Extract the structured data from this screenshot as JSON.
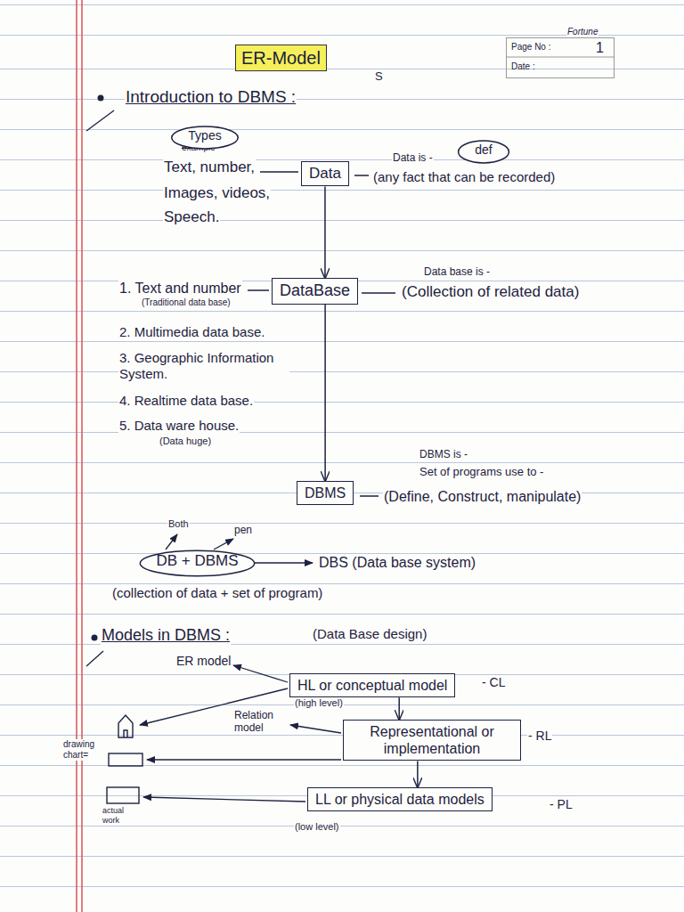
{
  "diagram": {
    "title": "ER-Model",
    "nodes": [
      {
        "text": [
          "Page No :",
          "1",
          "Date :"
        ]
      },
      {
        "text": [
          "Types"
        ]
      },
      {
        "text": [
          "def"
        ]
      },
      {
        "text": [
          "Data"
        ]
      },
      {
        "text": [
          "DataBase"
        ]
      },
      {
        "text": [
          "DBMS"
        ]
      },
      {
        "text": [
          "DB + DBMS"
        ]
      },
      {
        "text": [
          "HL or conceptual model"
        ]
      },
      {
        "text": [
          "Representational or implementation"
        ]
      },
      {
        "text": [
          "LL or physical data models"
        ]
      }
    ],
    "edges": [
      {
        "from": 3,
        "to": 4,
        "arrow": "to"
      },
      {
        "from": 4,
        "to": 5,
        "arrow": "to"
      },
      {
        "from": 7,
        "to": 8,
        "arrow": "to"
      },
      {
        "from": 8,
        "to": 9,
        "arrow": "to"
      }
    ],
    "labels": [
      "Fortune",
      "S",
      "Introduction to DBMS :",
      "example",
      "Text, number,",
      "Images, videos,",
      "Speech.",
      "Data is -",
      "(any fact that can be recorded)",
      "1. Text and number",
      "(Traditional data base)",
      "Data base is -",
      "(Collection of related data)",
      "2. Multimedia data base.",
      "3. Geographic Information System.",
      "4. Realtime data base.",
      "5. Data ware house.",
      "(Data huge)",
      "DBMS is -",
      "Set of programs use to -",
      "(Define, Construct, manipulate)",
      "Both",
      "pen",
      "DBS (Data base system)",
      "(collection of data + set of program)",
      "Models in DBMS :",
      "(Data Base design)",
      "ER model",
      "- CL",
      "(high level)",
      "Relation model",
      "- RL",
      "drawing chart=",
      "actual work",
      "- PL",
      "(low level)"
    ]
  }
}
